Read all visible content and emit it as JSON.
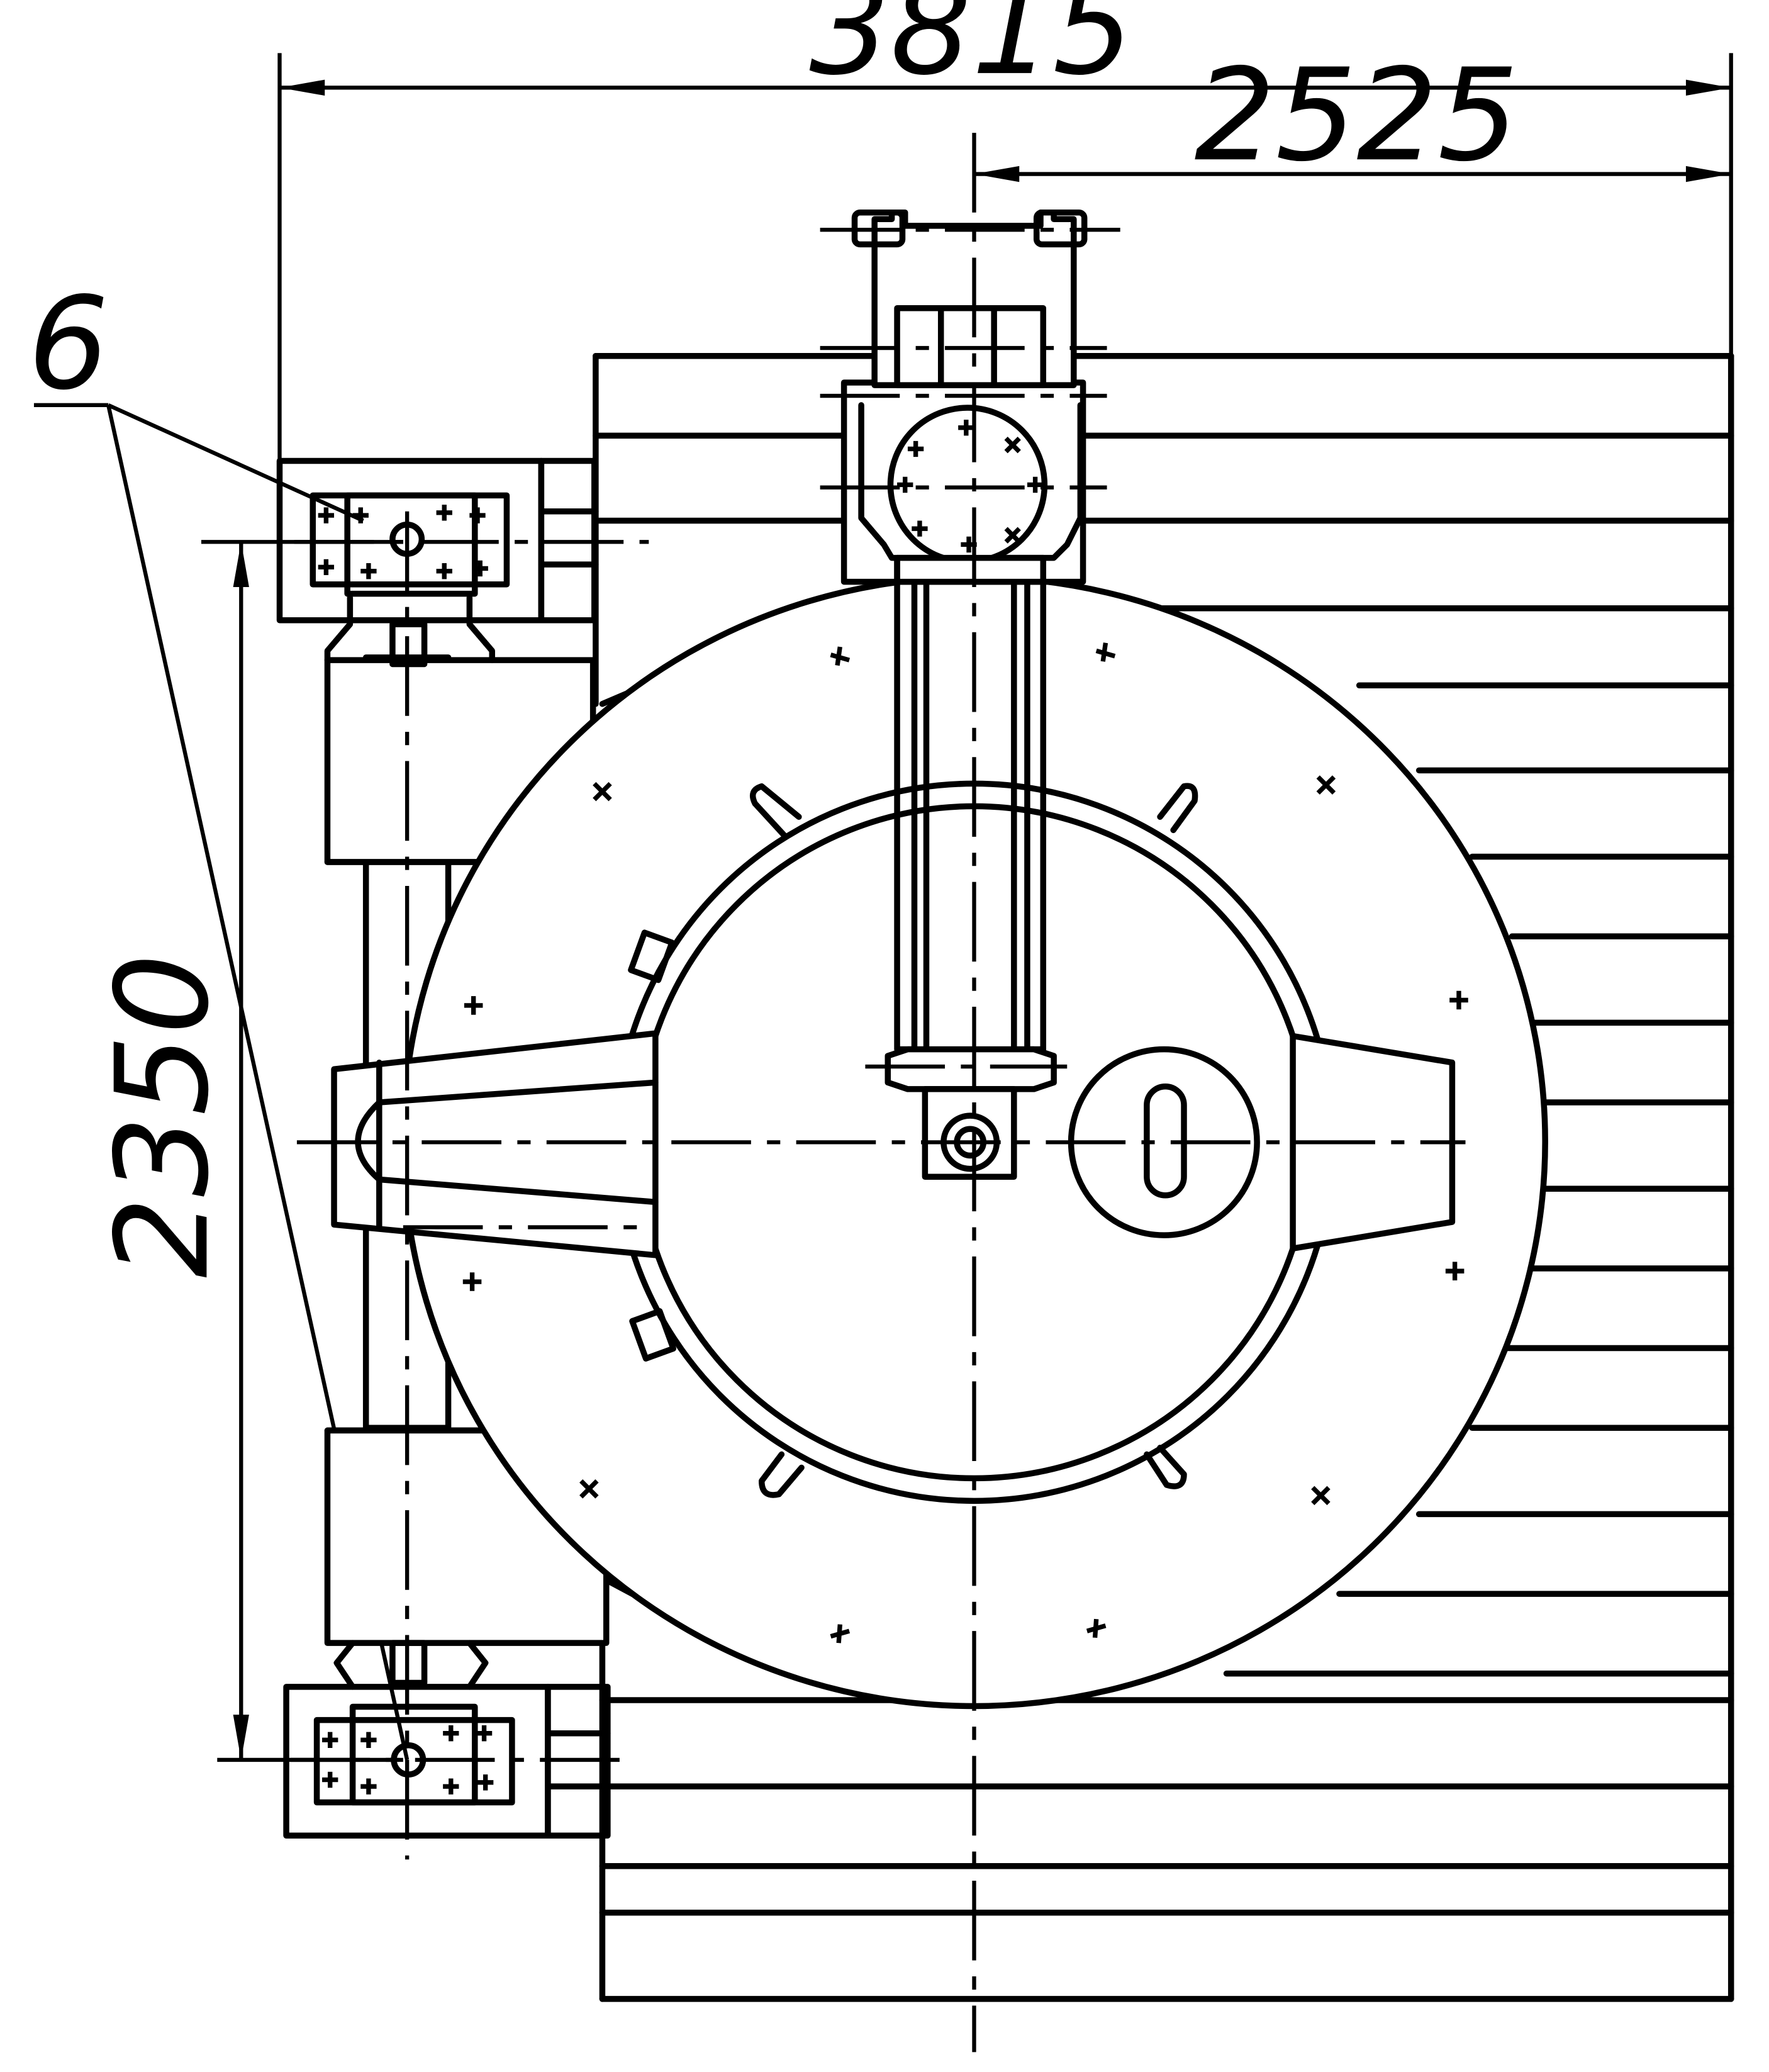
{
  "dimensions": {
    "overall_width": "3815",
    "offset_to_center": "2525",
    "support_spacing": "2350"
  },
  "callouts": {
    "item_6": "6"
  },
  "colors": {
    "line": "#000000",
    "background": "#ffffff"
  }
}
